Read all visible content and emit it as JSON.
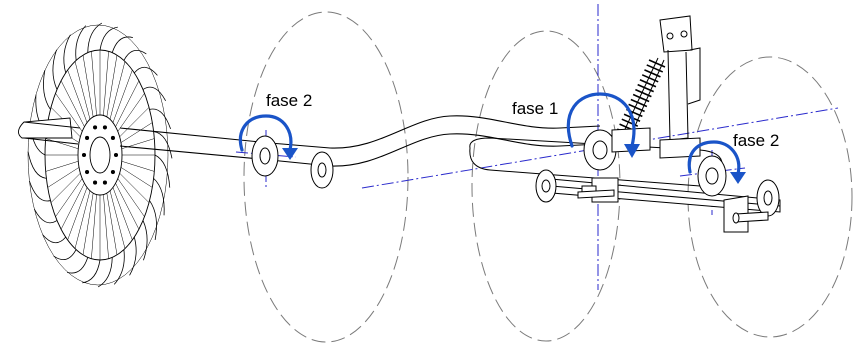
{
  "labels": {
    "phase_left": "fase 2",
    "phase_center": "fase 1",
    "phase_right": "fase 2"
  },
  "colors": {
    "line": "#000000",
    "phantom": "#7a7a7a",
    "axis": "#2a2acc",
    "rotation_arrow": "#1a54c8",
    "background": "#ffffff"
  },
  "icons": {
    "rotor": "rake-tine-rotor",
    "arm_hub": "hub-disc",
    "arrow": "curved-rotation-arrow"
  }
}
